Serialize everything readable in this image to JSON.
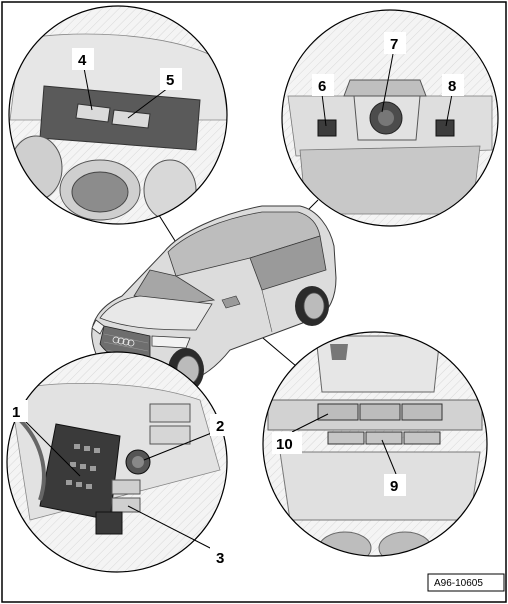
{
  "figure": {
    "reference_code": "A96-10605",
    "callouts": [
      {
        "id": "c1",
        "label": "1"
      },
      {
        "id": "c2",
        "label": "2"
      },
      {
        "id": "c3",
        "label": "3"
      },
      {
        "id": "c4",
        "label": "4"
      },
      {
        "id": "c5",
        "label": "5"
      },
      {
        "id": "c6",
        "label": "6"
      },
      {
        "id": "c7",
        "label": "7"
      },
      {
        "id": "c8",
        "label": "8"
      },
      {
        "id": "c9",
        "label": "9"
      },
      {
        "id": "c10",
        "label": "10"
      }
    ]
  }
}
